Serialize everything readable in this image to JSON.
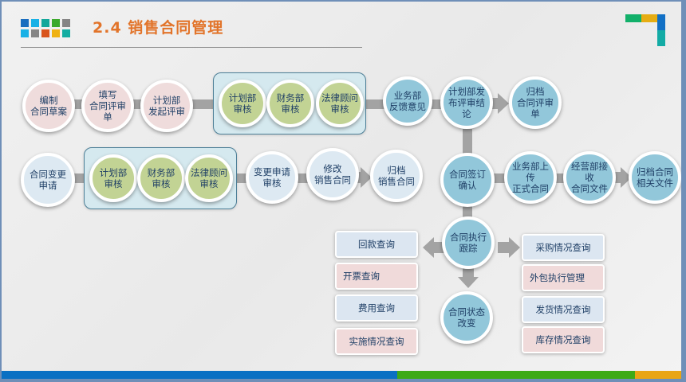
{
  "header": {
    "title": "2.4  销售合同管理",
    "logo_colors": [
      "#1a6ebf",
      "#19b1e6",
      "#13a79b",
      "#3caa2c",
      "#858585",
      "#19b1e6",
      "#858585",
      "#d9541c",
      "#efb212",
      "#13ada2"
    ],
    "corner_colors": [
      "#12b06a",
      "#e6ad13",
      "#1270c5",
      "#13aba5"
    ]
  },
  "row1": {
    "steps": [
      {
        "label": "编制\n合同草案",
        "color": "pink"
      },
      {
        "label": "填写\n合同评审单",
        "color": "pink"
      },
      {
        "label": "计划部\n发起评审",
        "color": "pink"
      }
    ],
    "review_group": [
      {
        "label": "计划部\n审核"
      },
      {
        "label": "财务部\n审核"
      },
      {
        "label": "法律顾问\n审核"
      }
    ],
    "after": [
      {
        "label": "业务部\n反馈意见"
      },
      {
        "label": "计划部发\n布评审结论"
      },
      {
        "label": "归档\n合同评审单"
      }
    ]
  },
  "row2": {
    "start": {
      "label": "合同变更\n申请"
    },
    "review_group": [
      {
        "label": "计划部\n审核"
      },
      {
        "label": "财务部\n审核"
      },
      {
        "label": "法律顾问\n审核"
      }
    ],
    "after": [
      {
        "label": "变更申请\n审核"
      },
      {
        "label": "修改\n销售合同"
      },
      {
        "label": "归档\n销售合同"
      }
    ],
    "sign_chain": [
      {
        "label": "合同签订\n确认"
      },
      {
        "label": "业务部上传\n正式合同"
      },
      {
        "label": "经营部接收\n合同文件"
      },
      {
        "label": "归档合同\n相关文件"
      }
    ]
  },
  "execution": {
    "tracking": {
      "label": "合同执行\n跟踪"
    },
    "status_change": {
      "label": "合同状态\n改变"
    },
    "left_queries": [
      {
        "label": "回款查询",
        "tone": "blue"
      },
      {
        "label": "开票查询",
        "tone": "pink"
      },
      {
        "label": "费用查询",
        "tone": "blue"
      },
      {
        "label": "实施情况查询",
        "tone": "pink"
      }
    ],
    "right_queries": [
      {
        "label": "采购情况查询",
        "tone": "blue"
      },
      {
        "label": "外包执行管理",
        "tone": "pink"
      },
      {
        "label": "发货情况查询",
        "tone": "blue"
      },
      {
        "label": "库存情况查询",
        "tone": "pink"
      }
    ]
  },
  "footer": {
    "stripe_colors": [
      "#0a70c3",
      "#3daa16",
      "#e9a514"
    ]
  }
}
